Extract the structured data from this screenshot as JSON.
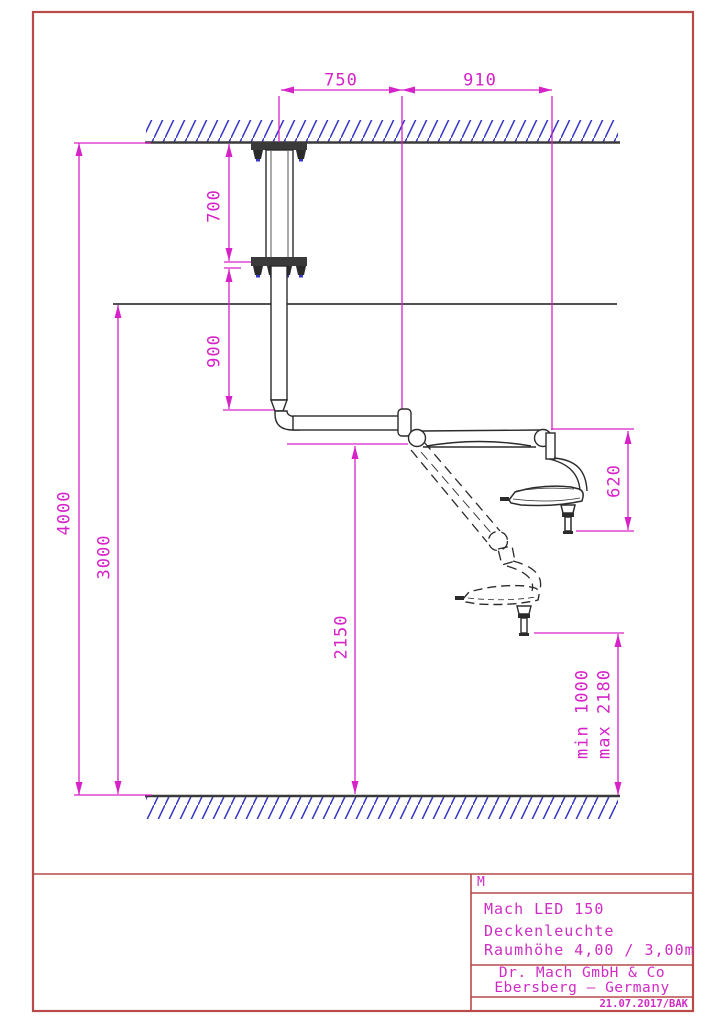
{
  "drawing": {
    "dims": {
      "top_left": "750",
      "top_right": "910",
      "column_upper": "700",
      "column_lower": "900",
      "room_full": "4000",
      "room_low": "3000",
      "lamp_drop": "620",
      "pivot_height": "2150",
      "range_min": "min 1000",
      "range_max": "max 2180"
    },
    "title": {
      "scale_label": "M",
      "product_line1": "Mach LED 150",
      "product_line2": "Deckenleuchte",
      "product_line3": "Raumhöhe 4,00 / 3,00m",
      "company_line1": "Dr. Mach GmbH & Co",
      "company_line2": "Ebersberg — Germany",
      "date_ref": "21.07.2017/BAK"
    },
    "colors": {
      "dimension_magenta": "#d622c8",
      "hatch_blue": "#3535c8",
      "frame_red": "#b84a4a",
      "geometry_dark": "#2b2b2b"
    }
  }
}
